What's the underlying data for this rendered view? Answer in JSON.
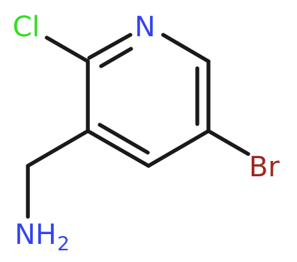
{
  "molecule": {
    "atoms": {
      "chlorine": "Cl",
      "nitrogen": "N",
      "bromine": "Br",
      "amine": "NH",
      "amine_subscript": "2"
    },
    "colors": {
      "bond": "#1a1a1a",
      "chlorine": "#33dd22",
      "nitrogen": "#3344ee",
      "bromine": "#9b2a22"
    }
  }
}
